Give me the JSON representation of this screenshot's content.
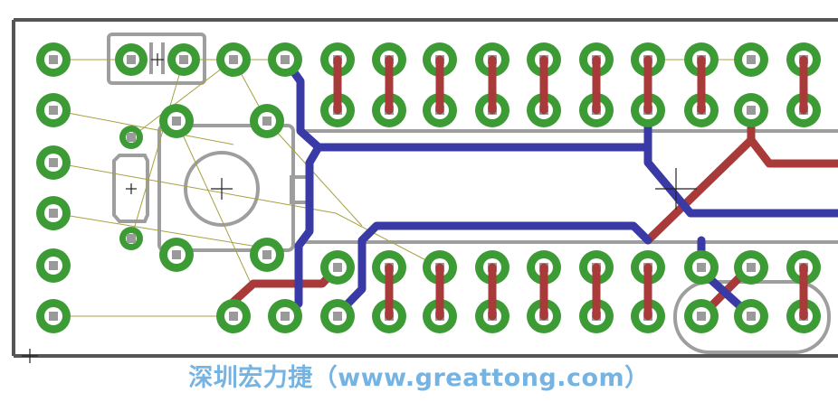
{
  "colors": {
    "background": "#ffffff",
    "board_outline": "#555555",
    "pad_ring": "#3d9b35",
    "pad_hole": "#ffffff",
    "pad_square": "#9a9a9a",
    "silkscreen": "#9e9e9e",
    "top_trace": "#3a3aa6",
    "bottom_trace": "#a83a3a",
    "airwire": "#a8a040",
    "cross": "#222222",
    "watermark": "#6aaee0"
  },
  "watermark": "深圳宏力捷（www.greattong.com）",
  "layers": [
    "pads",
    "top-traces",
    "bottom-traces",
    "airwires",
    "silkscreen"
  ]
}
